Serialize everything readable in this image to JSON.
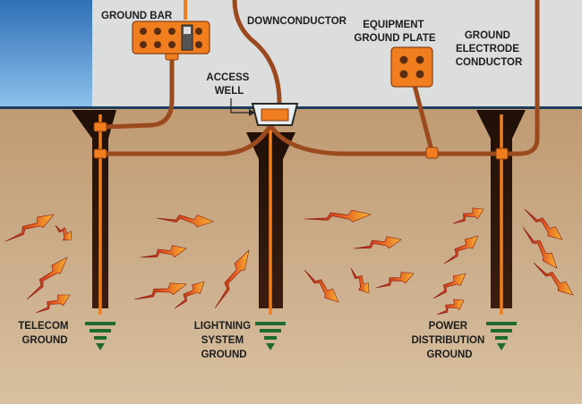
{
  "labels": {
    "ground_bar": "GROUND BAR",
    "downconductor": "DOWNCONDUCTOR",
    "equipment_ground_plate": [
      "EQUIPMENT",
      "GROUND PLATE"
    ],
    "ground_electrode_conductor": [
      "GROUND",
      "ELECTRODE",
      "CONDUCTOR"
    ],
    "access_well": [
      "ACCESS",
      "WELL"
    ],
    "telecom_ground": [
      "TELECOM",
      "GROUND"
    ],
    "lightning_system_ground": [
      "LIGHTNING",
      "SYSTEM",
      "GROUND"
    ],
    "power_distribution_ground": [
      "POWER",
      "DISTRIBUTION",
      "GROUND"
    ]
  },
  "colors": {
    "sky": "#4a8fd0",
    "building": "#dcdddd",
    "soil": "#c9aa86",
    "conductor": "#9b4a1e",
    "orange": "#f07e1e",
    "rod": "#2a150c",
    "ground_symbol": "#1f6a2e",
    "bolt_dark": "#a01e1e",
    "bolt_light": "#f2a030"
  },
  "icons": {
    "ground_symbol": "earth-ground-icon",
    "discharge": "lightning-bolt-icon"
  }
}
